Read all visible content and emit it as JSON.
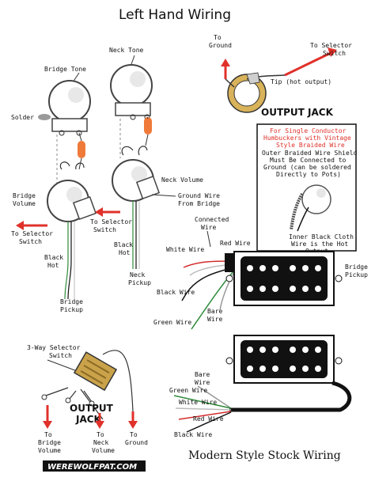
{
  "title": "Left Hand Wiring",
  "footer_title": "Modern Style Stock Wiring",
  "logo": "WEREWOLFPAT.COM",
  "labels": {
    "to_ground": [
      "To",
      "Ground"
    ],
    "to_selector_switch_top": [
      "To Selector",
      "Switch"
    ],
    "tip": "Tip (hot output)",
    "output_jack": "OUTPUT JACK",
    "bridge_tone": "Bridge Tone",
    "neck_tone": "Neck Tone",
    "solder": "Solder",
    "neck_volume": "Neck Volume",
    "ground_wire": [
      "Ground Wire",
      "From Bridge"
    ],
    "bridge_volume": [
      "Bridge",
      "Volume"
    ],
    "to_selector_switch_left": [
      "To Selector",
      "Switch"
    ],
    "to_selector_switch_mid": [
      "To Selector",
      "Switch"
    ],
    "black_hot_mid": [
      "Black",
      "Hot"
    ],
    "black_hot_left": [
      "Black",
      "Hot"
    ],
    "neck_pickup": [
      "Neck",
      "Pickup"
    ],
    "bridge_pickup": [
      "Bridge",
      "Pickup"
    ],
    "connected_wire": [
      "Connected",
      "Wire"
    ],
    "red_wire_top": "Red Wire",
    "white_wire_top": "White Wire",
    "black_wire_top": "Black Wire",
    "bare_wire_top": [
      "Bare",
      "Wire"
    ],
    "green_wire_top": "Green Wire",
    "bridge_pickup_right": [
      "Bridge",
      "Pickup"
    ],
    "selector_switch": [
      "3-Way Selector",
      "Switch"
    ],
    "output_jack_bottom": [
      "OUTPUT",
      "JACK"
    ],
    "to_bridge_volume": [
      "To",
      "Bridge",
      "Volume"
    ],
    "to_neck_volume": [
      "To",
      "Neck",
      "Volume"
    ],
    "to_ground_bottom": [
      "To",
      "Ground"
    ],
    "bare_wire_bottom": [
      "Bare",
      "Wire"
    ],
    "green_wire_bottom": "Green Wire",
    "white_wire_bottom": "White Wire",
    "red_wire_bottom": "Red Wire",
    "black_wire_bottom": "Black Wire"
  },
  "note": {
    "red_lines": [
      "For Single Conductor",
      "Humbuckers with Vintage",
      "Style Braided Wire"
    ],
    "black_lines": [
      "Outer Braided Wire Shield",
      "Must Be Connected to",
      "Ground (can be soldered",
      "Directly to Pots)"
    ],
    "bottom_lines": [
      "Inner Black Cloth",
      "Wire is the Hot",
      "Output"
    ]
  },
  "colors": {
    "arrow": "#e0312a",
    "solder": "#f07a3a",
    "wire_red": "#d22b2b",
    "wire_green": "#2e8b3a",
    "pickup": "#111111",
    "jack": "#d9b35a",
    "switch": "#c9a24a"
  }
}
